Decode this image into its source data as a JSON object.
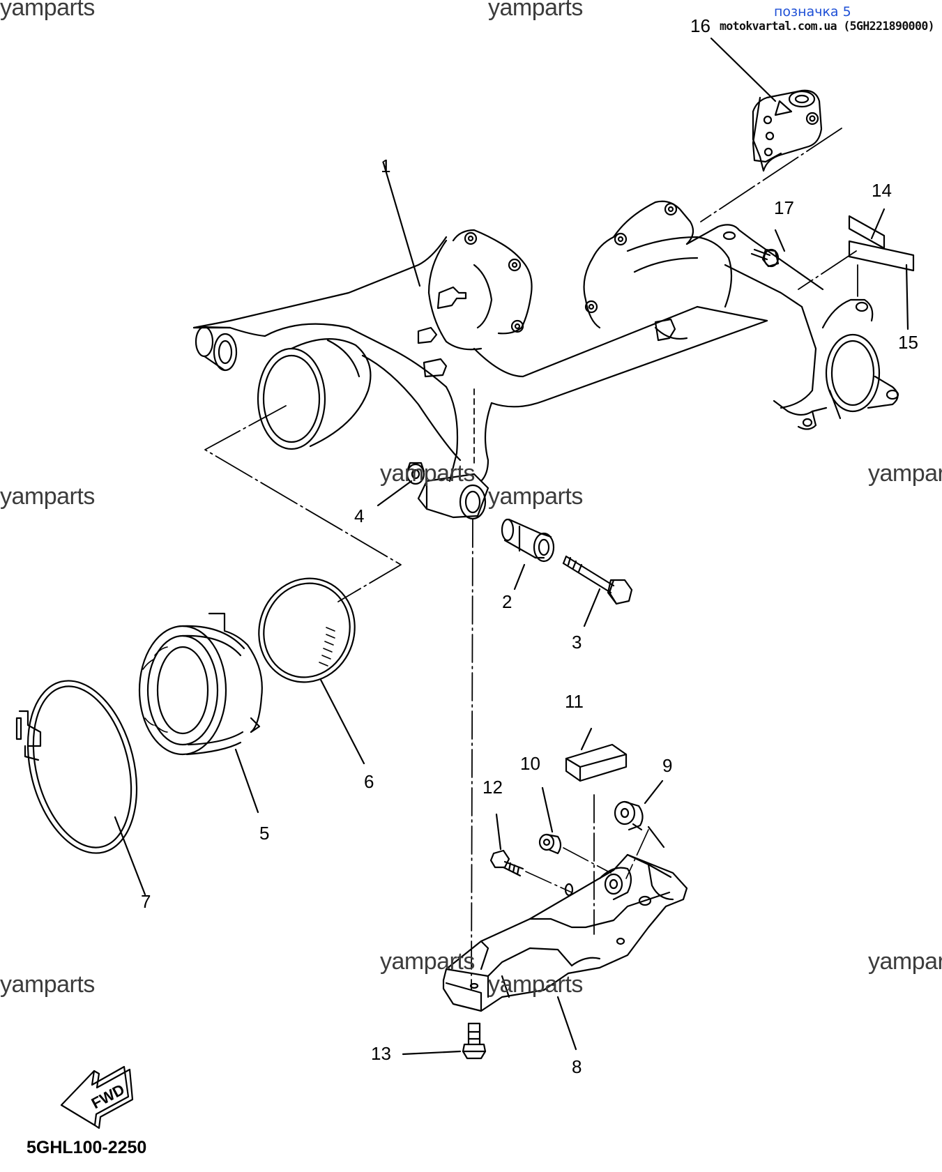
{
  "header": {
    "tag_label": "позначка 5",
    "tag_site": "motokvartal.com.ua (5GH221890000)"
  },
  "watermark": "yamparts",
  "callouts": [
    "1",
    "2",
    "3",
    "4",
    "5",
    "6",
    "7",
    "8",
    "9",
    "10",
    "11",
    "12",
    "13",
    "14",
    "15",
    "16",
    "17"
  ],
  "fwd_label": "FWD",
  "diagram_code": "5GHL100-2250"
}
